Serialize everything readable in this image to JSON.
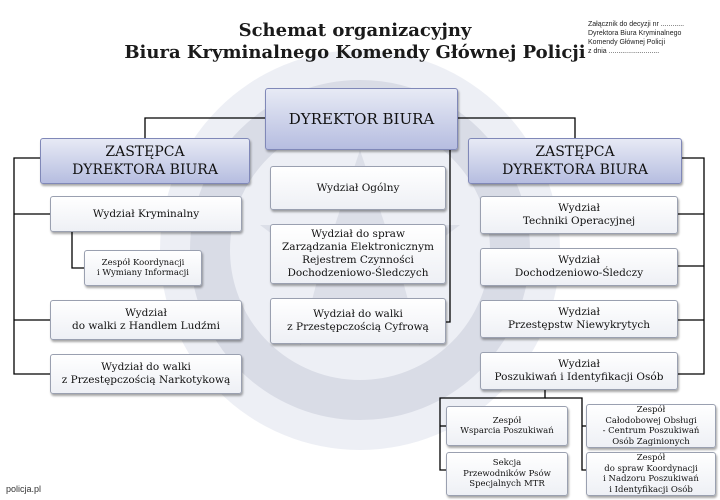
{
  "title": {
    "line1": "Schemat organizacyjny",
    "line2": "Biura Kryminalnego Komendy Głównej Policji"
  },
  "annex": {
    "lines": [
      "Załącznik do decyzji nr ............",
      "Dyrektora Biura Kryminalnego",
      "Komendy Głównej Policji",
      "z dnia .........................."
    ]
  },
  "nodes": {
    "director": {
      "lines": [
        "DYREKTOR BIURA"
      ]
    },
    "deputy_left": {
      "lines": [
        "ZASTĘPCA",
        "DYREKTORA BIURA"
      ]
    },
    "deputy_right": {
      "lines": [
        "ZASTĘPCA",
        "DYREKTORA BIURA"
      ]
    },
    "left": [
      {
        "key": "kryminalny",
        "lines": [
          "Wydział Kryminalny"
        ]
      },
      {
        "key": "koordynacji",
        "lines": [
          "Zespół Koordynacji",
          "i Wymiany Informacji"
        ]
      },
      {
        "key": "handel",
        "lines": [
          "Wydział",
          "do walki z Handlem Ludźmi"
        ]
      },
      {
        "key": "narkotykowa",
        "lines": [
          "Wydział do walki",
          "z Przestępczością Narkotykową"
        ]
      }
    ],
    "center": [
      {
        "key": "ogolny",
        "lines": [
          "Wydział Ogólny"
        ]
      },
      {
        "key": "rejestr",
        "lines": [
          "Wydział do spraw",
          "Zarządzania Elektronicznym",
          "Rejestrem Czynności",
          "Dochodzeniowo-Śledczych"
        ]
      },
      {
        "key": "cyfrowa",
        "lines": [
          "Wydział do walki",
          "z Przestępczością Cyfrową"
        ]
      }
    ],
    "right": [
      {
        "key": "techniki",
        "lines": [
          "Wydział",
          "Techniki Operacyjnej"
        ]
      },
      {
        "key": "dochodzeniowo",
        "lines": [
          "Wydział",
          "Dochodzeniowo-Śledczy"
        ]
      },
      {
        "key": "niewykrytych",
        "lines": [
          "Wydział",
          "Przestępstw Niewykrytych"
        ]
      },
      {
        "key": "poszukiwan",
        "lines": [
          "Wydział",
          "Poszukiwań i Identyfikacji Osób"
        ]
      }
    ],
    "sub": [
      {
        "key": "wsparcia",
        "lines": [
          "Zespół",
          "Wsparcia Poszukiwań"
        ]
      },
      {
        "key": "psow",
        "lines": [
          "Sekcja",
          "Przewodników Psów",
          "Specjalnych MTR"
        ]
      },
      {
        "key": "calodobowej",
        "lines": [
          "Zespół",
          "Całodobowej Obsługi",
          "- Centrum Poszukiwań",
          "Osób Zaginionych"
        ]
      },
      {
        "key": "nadzoru",
        "lines": [
          "Zespół",
          "do spraw Koordynacji",
          "i Nadzoru Poszukiwań",
          "i Identyfikacji Osób"
        ]
      }
    ]
  },
  "footer": "policja.pl",
  "colors": {
    "head_fill": "#b6bde0",
    "box_border": "#9aa0b0",
    "line": "#000000"
  }
}
